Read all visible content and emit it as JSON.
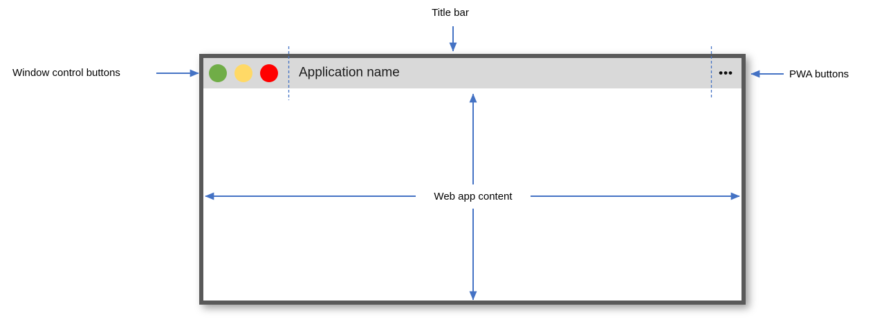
{
  "diagram": {
    "labels": {
      "title_bar": "Title bar",
      "window_control_buttons": "Window control buttons",
      "pwa_buttons": "PWA buttons",
      "web_app_content": "Web app content"
    }
  },
  "window": {
    "titlebar": {
      "app_name": "Application name",
      "pwa_ellipsis": "•••"
    },
    "controls": [
      {
        "name": "green-control-button",
        "color": "#70AD47"
      },
      {
        "name": "yellow-control-button",
        "color": "#FFD966"
      },
      {
        "name": "red-control-button",
        "color": "#FF0000"
      }
    ]
  },
  "colors": {
    "accent_arrow_blue": "#4472C4",
    "window_border_gray": "#595959",
    "titlebar_gray": "#D9D9D9",
    "control_green": "#70AD47",
    "control_yellow": "#FFD966",
    "control_red": "#FF0000",
    "canvas_bg": "#FFFFFF"
  }
}
